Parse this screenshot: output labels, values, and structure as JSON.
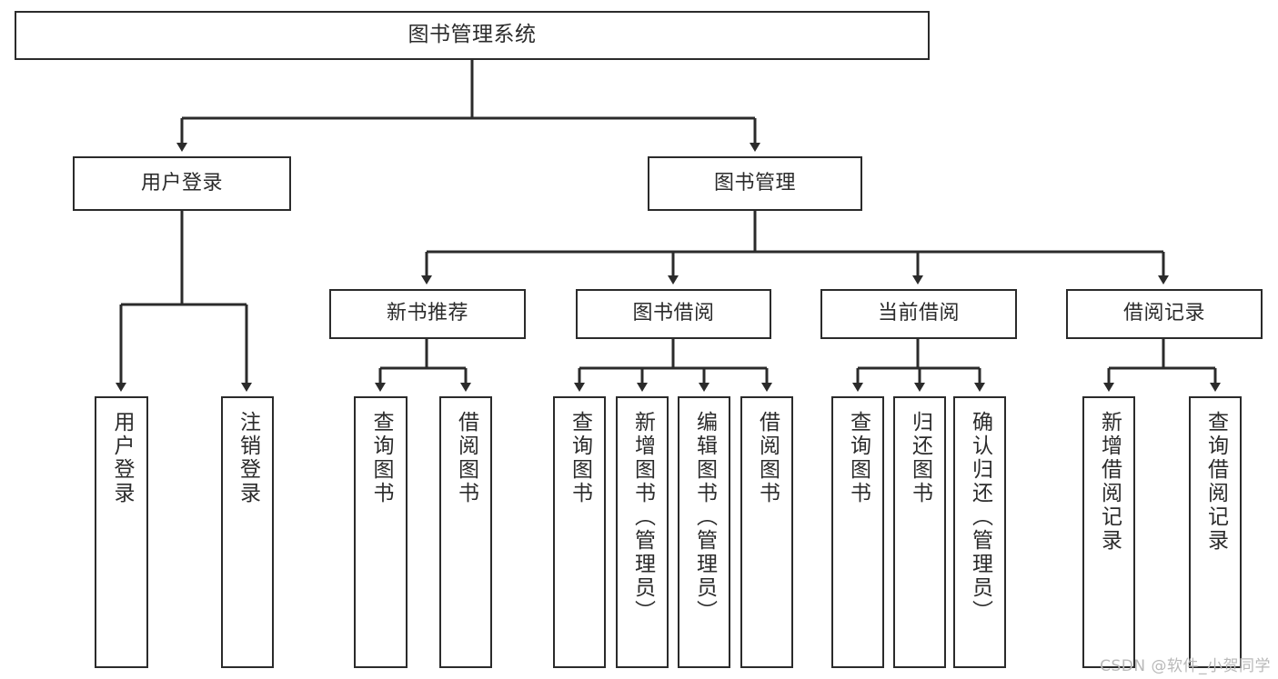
{
  "diagram": {
    "type": "tree-hierarchy-flowchart",
    "title": "图书管理系统",
    "colors": {
      "background": "#ffffff",
      "box_border": "#2b2b2b",
      "box_fill": "#ffffff",
      "connector": "#2b2b2b",
      "text": "#2b2b2b",
      "watermark": "#b9b9b9"
    },
    "root": {
      "id": "root",
      "label": "图书管理系统",
      "orientation": "horizontal"
    },
    "level2": [
      {
        "id": "user-login",
        "label": "用户登录",
        "orientation": "horizontal"
      },
      {
        "id": "book-manage",
        "label": "图书管理",
        "orientation": "horizontal"
      }
    ],
    "level3": [
      {
        "id": "new-book-recommend",
        "label": "新书推荐",
        "orientation": "horizontal"
      },
      {
        "id": "book-borrow",
        "label": "图书借阅",
        "orientation": "horizontal"
      },
      {
        "id": "current-borrow",
        "label": "当前借阅",
        "orientation": "horizontal"
      },
      {
        "id": "borrow-record",
        "label": "借阅记录",
        "orientation": "horizontal"
      }
    ],
    "leaves": [
      {
        "id": "leaf-user-login",
        "parent": "user-login",
        "label": "用户登录",
        "orientation": "vertical"
      },
      {
        "id": "leaf-logout",
        "parent": "user-login",
        "label": "注销登录",
        "orientation": "vertical"
      },
      {
        "id": "leaf-query-book-1",
        "parent": "new-book-recommend",
        "label": "查询图书",
        "orientation": "vertical"
      },
      {
        "id": "leaf-borrow-book-1",
        "parent": "new-book-recommend",
        "label": "借阅图书",
        "orientation": "vertical"
      },
      {
        "id": "leaf-query-book-2",
        "parent": "book-borrow",
        "label": "查询图书",
        "orientation": "vertical"
      },
      {
        "id": "leaf-add-book",
        "parent": "book-borrow",
        "label": "新增图书（管理员）",
        "orientation": "vertical"
      },
      {
        "id": "leaf-edit-book",
        "parent": "book-borrow",
        "label": "编辑图书（管理员）",
        "orientation": "vertical"
      },
      {
        "id": "leaf-borrow-book-2",
        "parent": "book-borrow",
        "label": "借阅图书",
        "orientation": "vertical"
      },
      {
        "id": "leaf-query-book-3",
        "parent": "current-borrow",
        "label": "查询图书",
        "orientation": "vertical"
      },
      {
        "id": "leaf-return-book",
        "parent": "current-borrow",
        "label": "归还图书",
        "orientation": "vertical"
      },
      {
        "id": "leaf-confirm-return",
        "parent": "current-borrow",
        "label": "确认归还（管理员）",
        "orientation": "vertical"
      },
      {
        "id": "leaf-add-record",
        "parent": "borrow-record",
        "label": "新增借阅记录",
        "orientation": "vertical"
      },
      {
        "id": "leaf-query-record",
        "parent": "borrow-record",
        "label": "查询借阅记录",
        "orientation": "vertical"
      }
    ],
    "watermark": "CSDN @软件_小贺同学"
  }
}
